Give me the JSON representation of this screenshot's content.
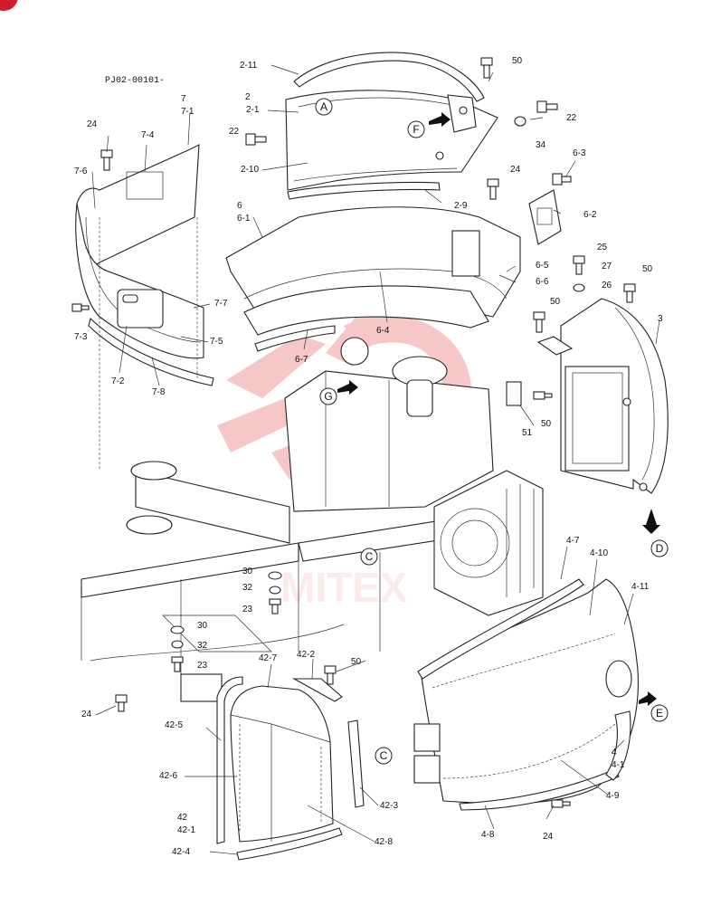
{
  "diagram": {
    "reference_code": "PJ02-00101-",
    "watermark_text": "MITEX",
    "corner_badge_color": "#cc1f2b",
    "watermark_color": "#e23b3b",
    "part_labels": {
      "p2_11": "2-11",
      "p50_a": "50",
      "p2": "2",
      "p2_1": "2-1",
      "p22_a": "22",
      "p2_10": "2-10",
      "p34": "34",
      "p22_b": "22",
      "p2_9": "2-9",
      "p7": "7",
      "p7_1": "7-1",
      "p24_a": "24",
      "p7_4": "7-4",
      "p7_6": "7-6",
      "p24_b": "24",
      "p6_3": "6-3",
      "p6": "6",
      "p6_1": "6-1",
      "p6_2": "6-2",
      "p25": "25",
      "p27": "27",
      "p50_b": "50",
      "p6_5": "6-5",
      "p6_6": "6-6",
      "p26": "26",
      "p50_c": "50",
      "p3": "3",
      "p7_7": "7-7",
      "p7_3": "7-3",
      "p7_5": "7-5",
      "p6_4": "6-4",
      "p6_7": "6-7",
      "p7_2": "7-2",
      "p7_8": "7-8",
      "p50_d": "50",
      "p51": "51",
      "p30_a": "30",
      "p32_a": "32",
      "p23_a": "23",
      "p4_7": "4-7",
      "p4_10": "4-10",
      "p4_11": "4-11",
      "p30_b": "30",
      "p32_b": "32",
      "p23_b": "23",
      "p42_7": "42-7",
      "p42_2": "42-2",
      "p50_e": "50",
      "p24_c": "24",
      "p42_5": "42-5",
      "p4": "4",
      "p4_1": "4-1",
      "p42_6": "42-6",
      "p42_3": "42-3",
      "p4_9": "4-9",
      "p42": "42",
      "p42_1": "42-1",
      "p42_8": "42-8",
      "p4_8": "4-8",
      "p24_d": "24",
      "p42_4": "42-4"
    },
    "view_markers": {
      "a": "A",
      "f": "F",
      "g": "G",
      "c_top": "C",
      "d": "D",
      "e": "E",
      "c_bottom": "C"
    }
  }
}
